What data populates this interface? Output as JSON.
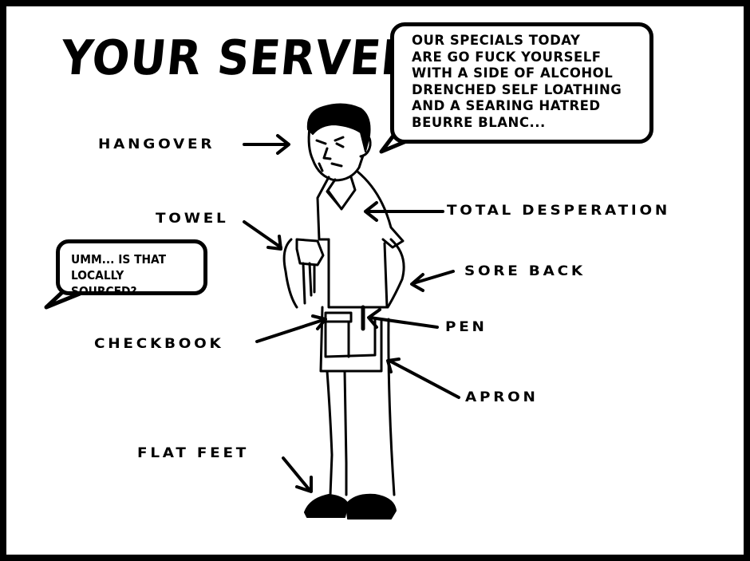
{
  "title": "YOUR SERVER",
  "speech_bubbles": {
    "server": "OUR SPECIALS TODAY\nARE GO FUCK YOURSELF\nWITH A SIDE OF ALCOHOL\nDRENCHED SELF LOATHING\nAND A SEARING HATRED\nBEURRE BLANC...",
    "customer": "UMM... IS THAT\nLOCALLY SOURCED?"
  },
  "labels": {
    "hangover": "HANGOVER",
    "towel": "TOWEL",
    "total_desperation": "TOTAL DESPERATION",
    "sore_back": "SORE BACK",
    "checkbook": "CHECKBOOK",
    "pen": "PEN",
    "apron": "APRON",
    "flat_feet": "FLAT FEET"
  }
}
